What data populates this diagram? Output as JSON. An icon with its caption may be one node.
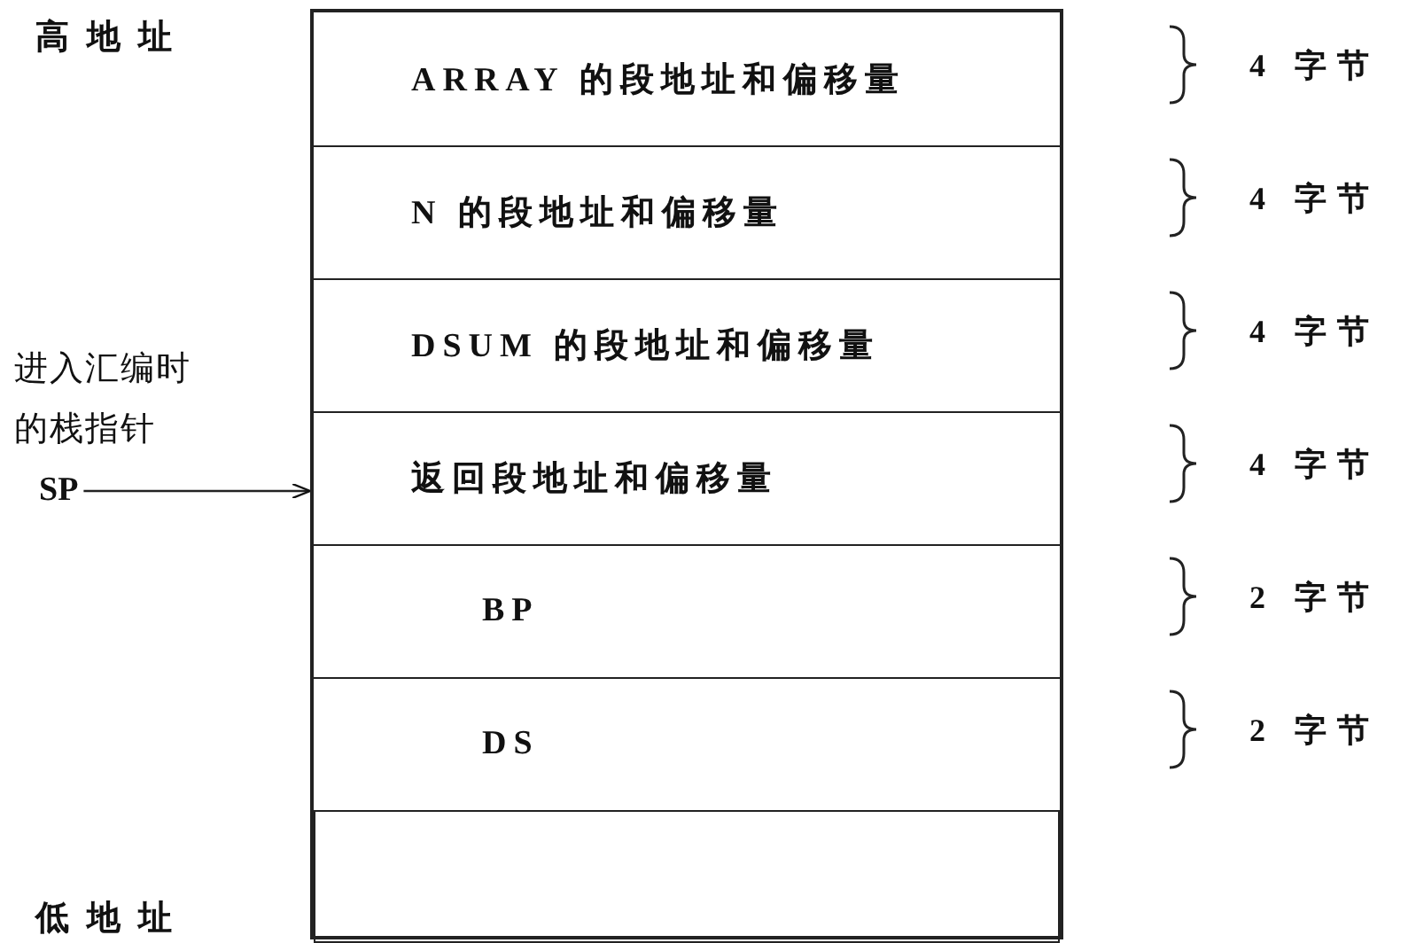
{
  "diagram": {
    "nodes": [
      {
        "text": [],
        "shape": "box"
      },
      {
        "text": [
          "ARRAY 的段地址和偏移量"
        ],
        "in": 0
      },
      {
        "text": [
          "N 的段地址和偏移量"
        ],
        "in": 0
      },
      {
        "text": [
          "DSUM 的段地址和偏移量"
        ],
        "in": 0
      },
      {
        "text": [
          "返回段地址和偏移量"
        ],
        "in": 0
      },
      {
        "text": [
          "BP"
        ],
        "in": 0
      },
      {
        "text": [
          "DS"
        ],
        "in": 0
      },
      {
        "text": [],
        "shape": "box",
        "in": 0
      },
      {
        "text": [
          "进入汇编时的栈指针",
          "SP"
        ]
      }
    ],
    "edges": [
      {
        "from": 8,
        "to": 4,
        "arrow": "to"
      }
    ],
    "labels": [
      "高地址",
      "4 字节",
      "4 字节",
      "4 字节",
      "4 字节",
      "2 字节",
      "2 字节",
      "低地址"
    ]
  }
}
